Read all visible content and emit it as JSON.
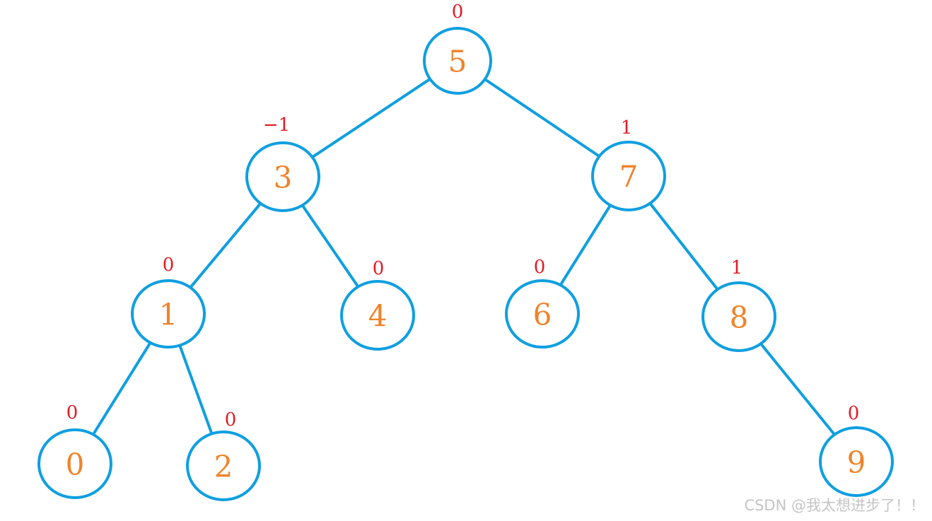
{
  "diagram": {
    "nodes": [
      {
        "id": "n5",
        "key": "5",
        "balance_factor": "0"
      },
      {
        "id": "n3",
        "key": "3",
        "balance_factor": "−1"
      },
      {
        "id": "n7",
        "key": "7",
        "balance_factor": "1"
      },
      {
        "id": "n1",
        "key": "1",
        "balance_factor": "0"
      },
      {
        "id": "n4",
        "key": "4",
        "balance_factor": "0"
      },
      {
        "id": "n6",
        "key": "6",
        "balance_factor": "0"
      },
      {
        "id": "n8",
        "key": "8",
        "balance_factor": "1"
      },
      {
        "id": "n0",
        "key": "0",
        "balance_factor": "0"
      },
      {
        "id": "n2",
        "key": "2",
        "balance_factor": "0"
      },
      {
        "id": "n9",
        "key": "9",
        "balance_factor": "0"
      }
    ],
    "edges": [
      {
        "from": "n5",
        "to": "n3"
      },
      {
        "from": "n5",
        "to": "n7"
      },
      {
        "from": "n3",
        "to": "n1"
      },
      {
        "from": "n3",
        "to": "n4"
      },
      {
        "from": "n7",
        "to": "n6"
      },
      {
        "from": "n7",
        "to": "n8"
      },
      {
        "from": "n1",
        "to": "n0"
      },
      {
        "from": "n1",
        "to": "n2"
      },
      {
        "from": "n8",
        "to": "n9"
      }
    ],
    "colors": {
      "edge": "#0f9fe0",
      "node_outline": "#0f9fe0",
      "node_key": "#f0832a",
      "balance_factor": "#e31b23"
    }
  },
  "watermark": "CSDN @我太想进步了！！"
}
